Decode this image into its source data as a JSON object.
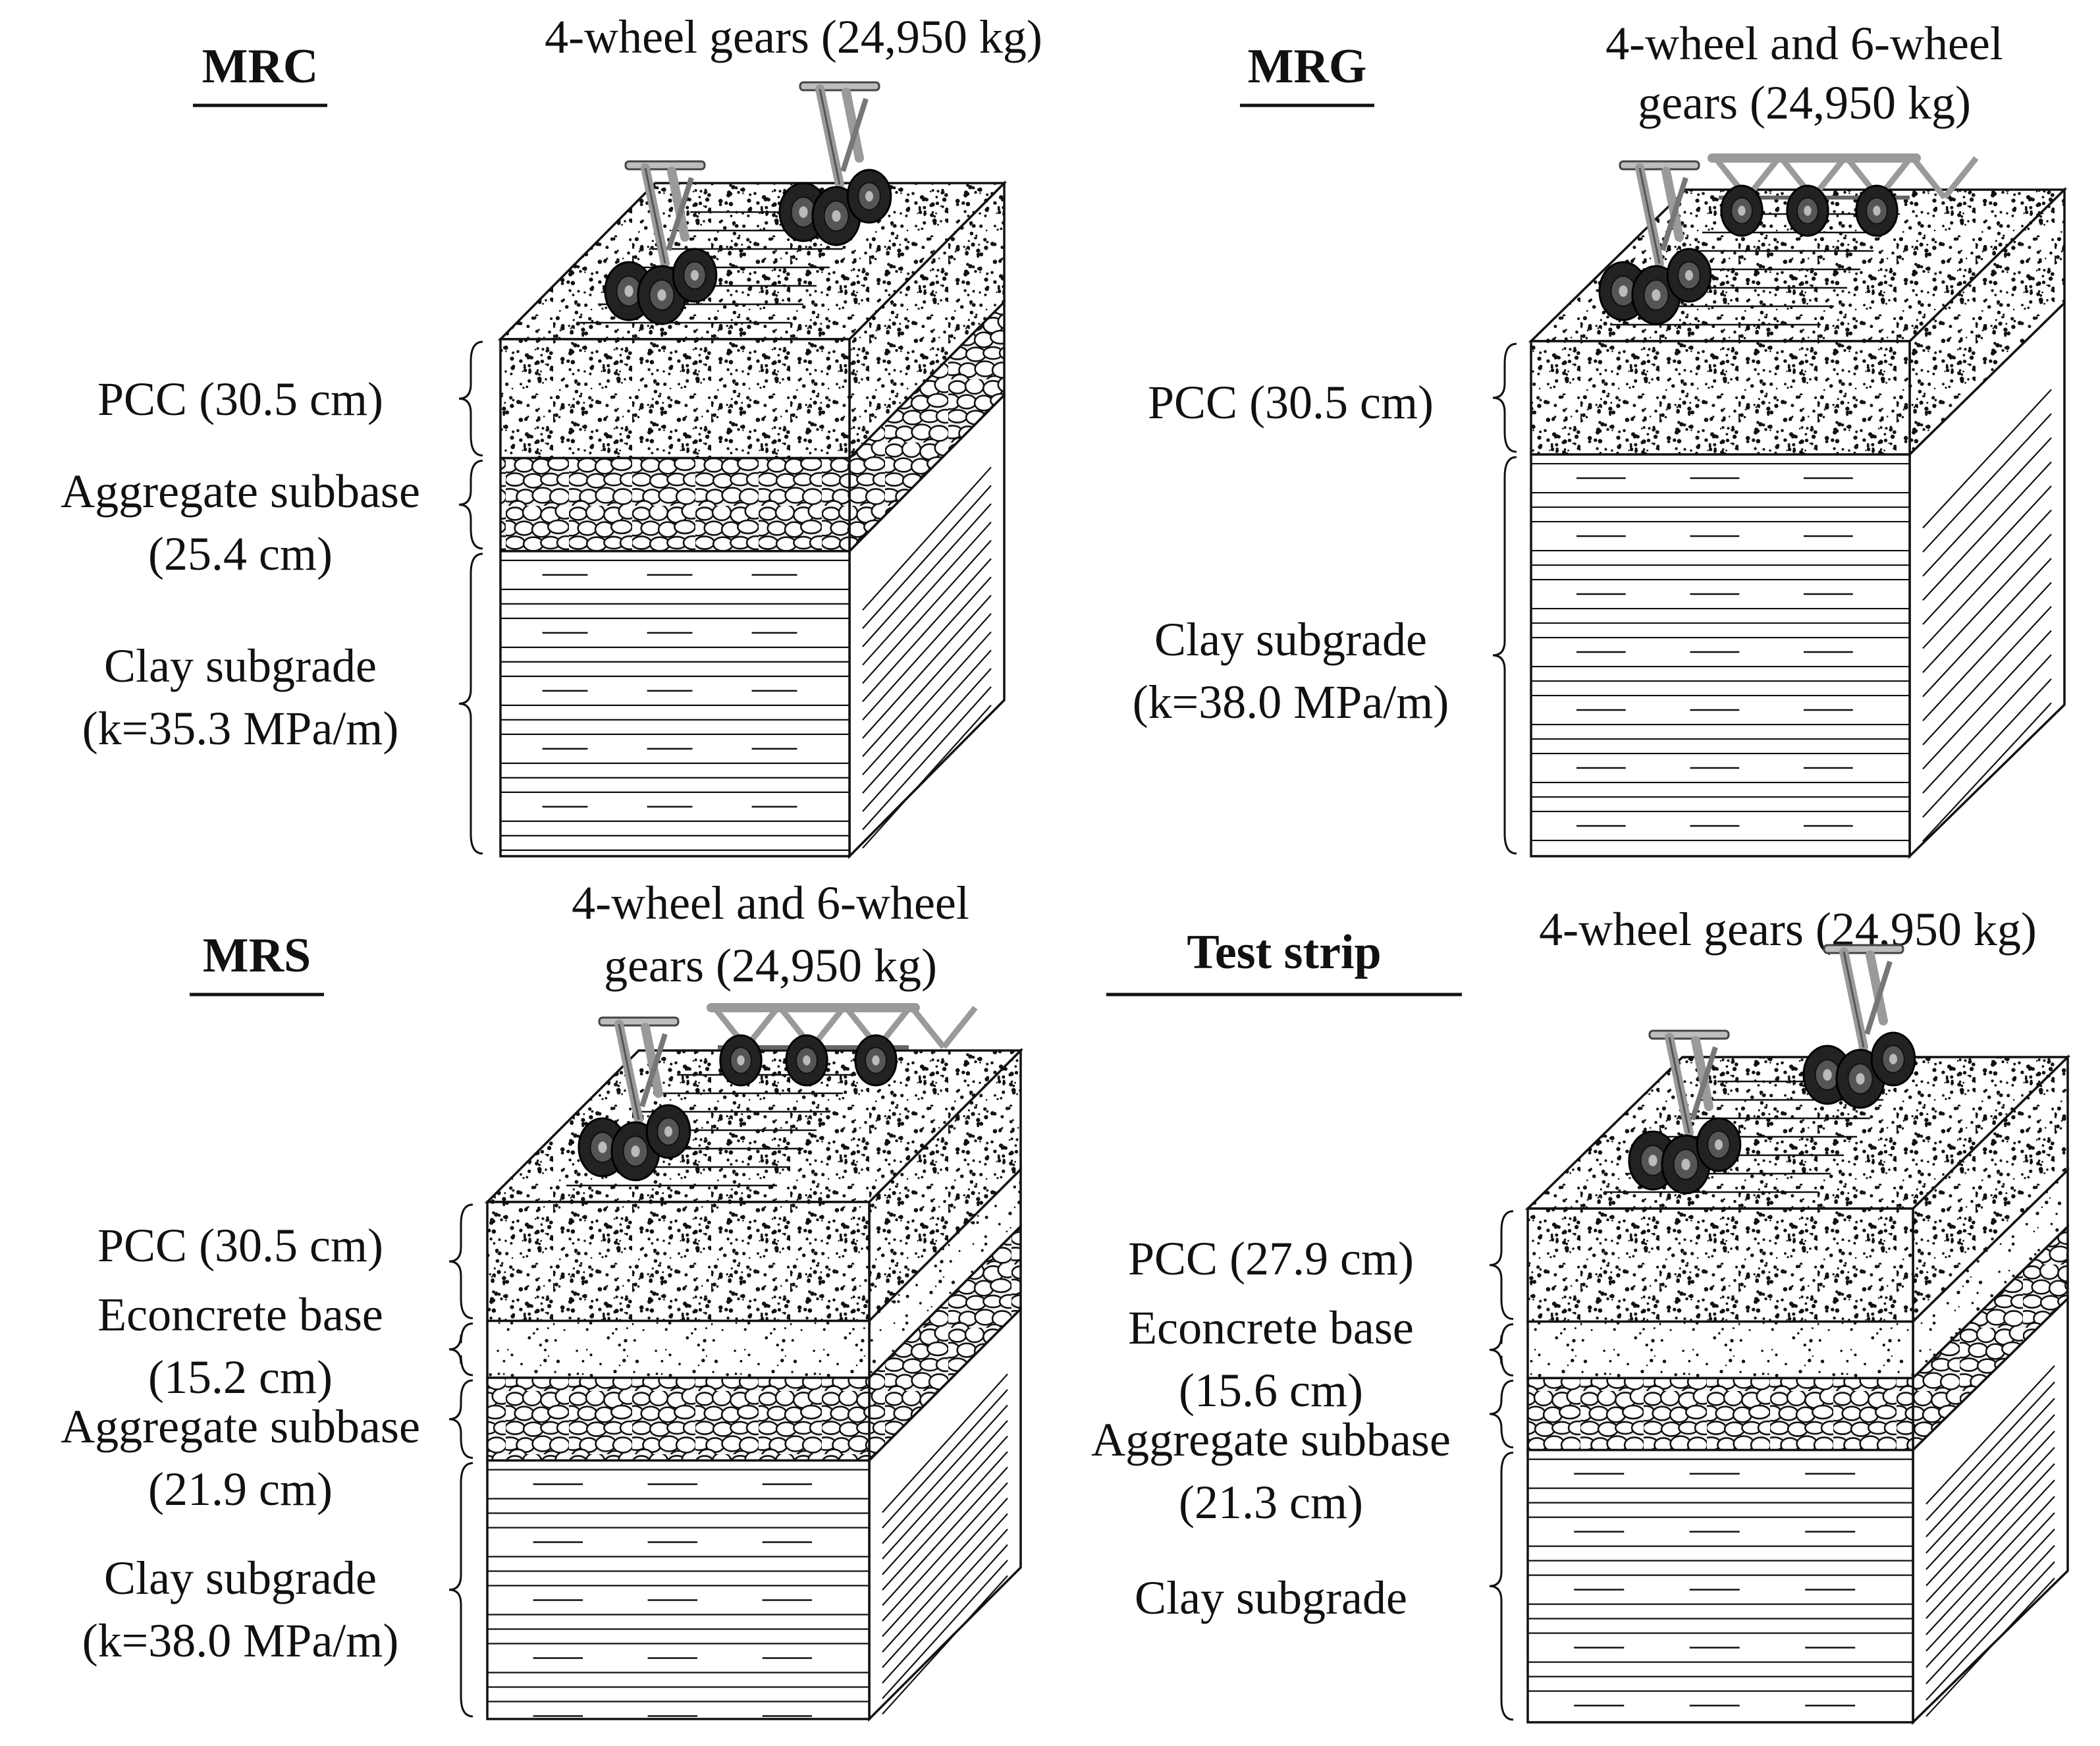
{
  "colors": {
    "ink": "#111111",
    "background": "#ffffff",
    "tire": "#222222",
    "strut": "#9a9a9a"
  },
  "panels": [
    {
      "title": "MRC",
      "gear_label": [
        "4-wheel gears (24,950 kg)"
      ],
      "gears": [
        "4-wheel",
        "4-wheel"
      ],
      "layers": [
        {
          "type": "pcc",
          "label": [
            "PCC (30.5 cm)"
          ]
        },
        {
          "type": "aggregate",
          "label": [
            "Aggregate subbase",
            "(25.4 cm)"
          ]
        },
        {
          "type": "clay",
          "label": [
            "Clay subgrade",
            "(k=35.3 MPa/m)"
          ]
        }
      ]
    },
    {
      "title": "MRG",
      "gear_label": [
        "4-wheel and 6-wheel",
        "gears (24,950 kg)"
      ],
      "gears": [
        "4-wheel",
        "6-wheel"
      ],
      "layers": [
        {
          "type": "pcc",
          "label": [
            "PCC (30.5 cm)"
          ]
        },
        {
          "type": "clay",
          "label": [
            "Clay subgrade",
            "(k=38.0 MPa/m)"
          ]
        }
      ]
    },
    {
      "title": "MRS",
      "gear_label": [
        "4-wheel and 6-wheel",
        "gears (24,950 kg)"
      ],
      "gears": [
        "4-wheel",
        "6-wheel"
      ],
      "layers": [
        {
          "type": "pcc",
          "label": [
            "PCC (30.5 cm)"
          ]
        },
        {
          "type": "econcrete",
          "label": [
            "Econcrete base",
            "(15.2 cm)"
          ]
        },
        {
          "type": "aggregate",
          "label": [
            "Aggregate subbase",
            "(21.9 cm)"
          ]
        },
        {
          "type": "clay",
          "label": [
            "Clay subgrade",
            "(k=38.0 MPa/m)"
          ]
        }
      ]
    },
    {
      "title": "Test strip",
      "gear_label": [
        "4-wheel gears (24,950 kg)"
      ],
      "gears": [
        "4-wheel",
        "4-wheel"
      ],
      "layers": [
        {
          "type": "pcc",
          "label": [
            "PCC (27.9 cm)"
          ]
        },
        {
          "type": "econcrete",
          "label": [
            "Econcrete base",
            "(15.6 cm)"
          ]
        },
        {
          "type": "aggregate",
          "label": [
            "Aggregate subbase",
            "(21.3 cm)"
          ]
        },
        {
          "type": "clay",
          "label": [
            "Clay subgrade"
          ]
        }
      ]
    }
  ]
}
